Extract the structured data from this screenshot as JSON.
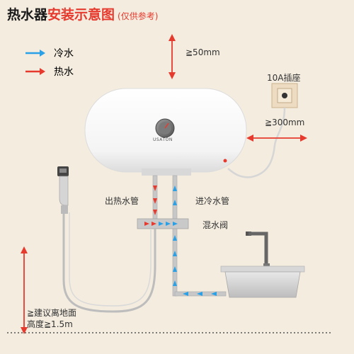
{
  "title": {
    "main": "热水器",
    "accent": "安装示意图",
    "note": "(仅供参考)"
  },
  "legend": {
    "cold": {
      "label": "冷水",
      "color": "#2aa0e6"
    },
    "hot": {
      "label": "热水",
      "color": "#e63a2e"
    }
  },
  "heater": {
    "brand": "USATON"
  },
  "dimensions": {
    "top_clearance": "≧50mm",
    "side_clearance": "≧300mm",
    "height_line1": "≧建议离地面",
    "height_line2": "高度≧1.5m"
  },
  "labels": {
    "socket": "10A插座",
    "hot_outlet": "出热水管",
    "cold_inlet": "进冷水管",
    "mixing_valve": "混水阀"
  },
  "colors": {
    "background": "#f3ecdf",
    "dimension_arrow": "#e63a2e"
  }
}
